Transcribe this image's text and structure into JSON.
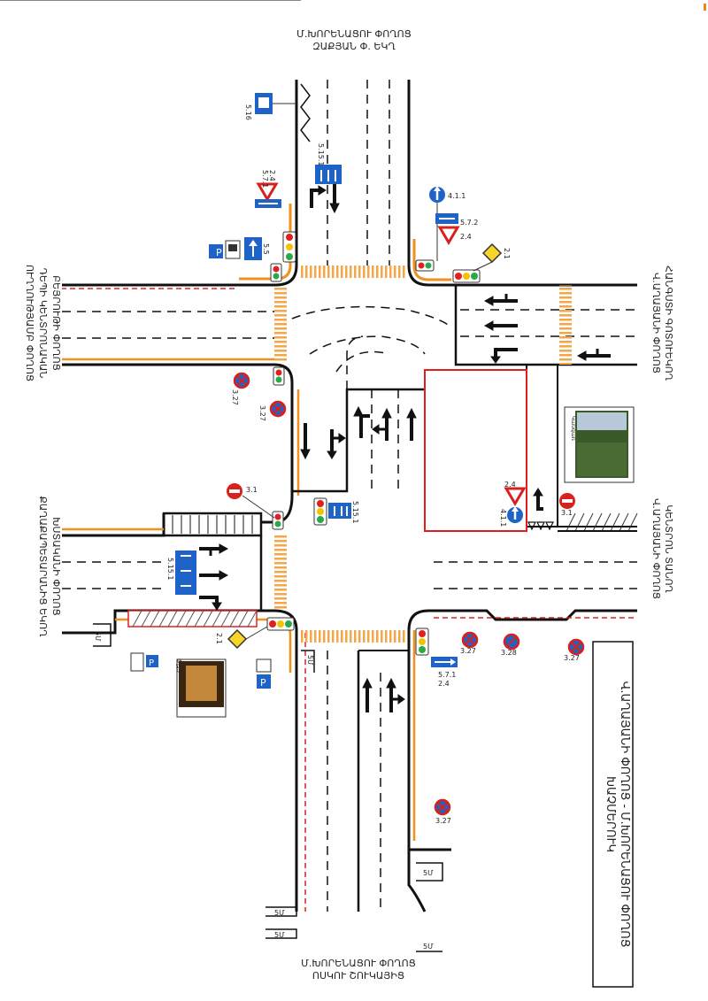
{
  "colors": {
    "road_edge": "#111111",
    "curb_orange": "#f0901e",
    "red_line": "#e02020",
    "crosswalk": "#f4a64a",
    "sign_blue": "#1e63c8",
    "sign_red": "#d8201c",
    "sign_yellow": "#f6d42a"
  },
  "streets": {
    "top_1": "Մ.ԽՈՐԵՆԱՑՈՒ ՓՈՂՈՑ",
    "top_2": "ԶԱՔՅԱՆ Փ. ԵԿՂ",
    "bottom_1": "Մ.ԽՈՐԵՆԱՑՈՒ ՓՈՂՈՑ",
    "bottom_2": "ՈՍԿՈՒ ՇՈՒԿԱՅԻՑ",
    "left_upper_1": "ԲԵՅՐՈՒԹԻ ՓՈՂՈՑ",
    "left_upper_2": "ԴԵՊԻ ԿԵՆՏՐՈՆԱԿԱՆ",
    "left_upper_3": "ՈՒՂՂՈՒԹՅԱՄԲ ՓՈՂՈՑ",
    "left_lower_1": "ԽՍՏԱԿԱՆԻ ՓՈՂՈՑ",
    "left_lower_2": "ՔԱՂԱՔԱՊԵՏԱՐԱՆԻՑ ԵԿՈՂ",
    "right_upper_1": "Վ.ԱՂԱՅԱՆԻ ՓՈՂՈՑ",
    "right_upper_2": "ՀԱՆԳՍՏԻ ԳՈՏՈՒԵԿՈՂ",
    "right_lower_1": "Վ.ԱՂԱՅԱՆԻ ՓՈՂՈՑ",
    "right_lower_2": "ԿԵՆՏՐՈՆ ՏԱՆՈՂ"
  },
  "title_box": {
    "line1": "ԽԱՉՄԵՐՈՒԿ",
    "line2": "Վ.ԱՂԱՅԱՆԻ ՓՈՂՈՑ - Մ.ԽՈՐԵՆԱՑՈՒ ՓՈՂՈՑ"
  },
  "sign_codes": {
    "s516": "5.16",
    "s5151_top": "5.15.1",
    "s571_top": "5.7.1",
    "s24_top": "2.4",
    "s55": "5.5",
    "s411_top": "4.1.1",
    "s572": "5.7.2",
    "s24_right": "2.4",
    "s21_top": "2.1",
    "s327_a": "3.27",
    "s327_b": "3.27",
    "s31_left": "3.1",
    "s5151_mid": "5.15.1",
    "s5151_left": "5.15.1",
    "s21_left": "2.1",
    "s24_mid": "2.4",
    "s411_mid": "4.1.1",
    "s31_right": "3.1",
    "s327_c": "3.27",
    "s328": "3.28",
    "s327_d": "3.27",
    "s571_bot": "5.7.1",
    "s24_bot": "2.4",
    "s327_e": "3.27"
  },
  "markings": {
    "un_a": "5Մ",
    "un_b": "5Մ",
    "un_c": "5Մ",
    "un_d": "5Մ",
    "un_e": "5Մ",
    "un_f": "5Մ",
    "parking": "P"
  },
  "photos": {
    "right_caption": "Կանգառ",
    "left_caption": "Շենք"
  },
  "icons": [
    "traffic-light-icon",
    "arrow-straight-icon",
    "arrow-left-icon",
    "arrow-right-icon",
    "no-stopping-icon",
    "no-entry-icon",
    "yield-icon",
    "priority-road-icon",
    "parking-icon",
    "straight-only-icon"
  ]
}
